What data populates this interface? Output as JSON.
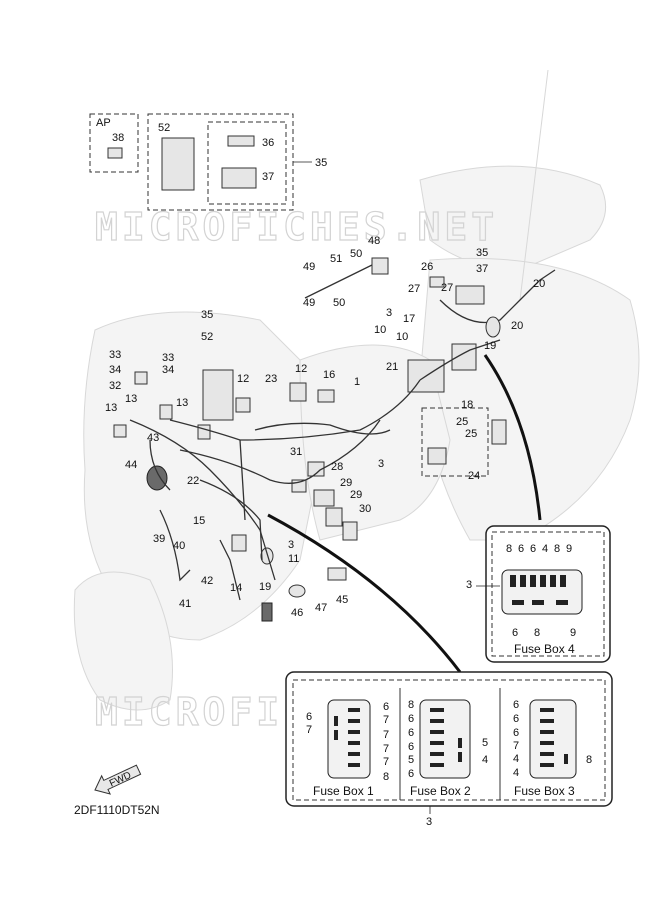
{
  "title": "",
  "watermark": "MICROFICHES.NET",
  "diagram_code": "2DF1110DT52N",
  "fwd_label": "FWD",
  "ap_label": "AP",
  "callouts": {
    "c38": "38",
    "c52a": "52",
    "c36": "36",
    "c37a": "37",
    "c35a": "35",
    "c48": "48",
    "c49a": "49",
    "c51": "51",
    "c50a": "50",
    "c49b": "49",
    "c50b": "50",
    "c35b": "35",
    "c37b": "37",
    "c26": "26",
    "c27a": "27",
    "c27b": "27",
    "c20a": "20",
    "c20b": "20",
    "c19a": "19",
    "c3a": "3",
    "c10a": "10",
    "c10b": "10",
    "c17": "17",
    "c21": "21",
    "c1": "1",
    "c18": "18",
    "c25a": "25",
    "c25b": "25",
    "c24": "24",
    "c33a": "33",
    "c33b": "33",
    "c34a": "34",
    "c34b": "34",
    "c32": "32",
    "c35c": "35",
    "c52b": "52",
    "c12a": "12",
    "c12b": "12",
    "c23": "23",
    "c16": "16",
    "c13a": "13",
    "c13b": "13",
    "c13c": "13",
    "c43": "43",
    "c44": "44",
    "c3b": "3",
    "c31": "31",
    "c28": "28",
    "c29a": "29",
    "c29b": "29",
    "c30": "30",
    "c22": "22",
    "c15": "15",
    "c39": "39",
    "c40": "40",
    "c3c": "3",
    "c11": "11",
    "c42": "42",
    "c14": "14",
    "c19b": "19",
    "c46": "46",
    "c47": "47",
    "c45": "45",
    "c41": "41",
    "c3d": "3",
    "c3e": "3"
  },
  "fuse_box_4": {
    "label": "Fuse Box 4",
    "top": [
      "8",
      "6",
      "6",
      "4",
      "8",
      "9"
    ],
    "bottom": [
      "6",
      "8",
      "9"
    ]
  },
  "fuse_box_1": {
    "label": "Fuse Box 1",
    "left": [
      "6",
      "7"
    ],
    "right": [
      "6",
      "7",
      "7",
      "7",
      "7",
      "8"
    ]
  },
  "fuse_box_2": {
    "label": "Fuse Box 2",
    "left": [
      "8",
      "6",
      "6",
      "6",
      "5",
      "6"
    ],
    "right": [
      "5",
      "4"
    ]
  },
  "fuse_box_3": {
    "label": "Fuse Box 3",
    "left": [
      "6",
      "6",
      "6",
      "7",
      "4",
      "4"
    ],
    "right": [
      "8"
    ]
  }
}
